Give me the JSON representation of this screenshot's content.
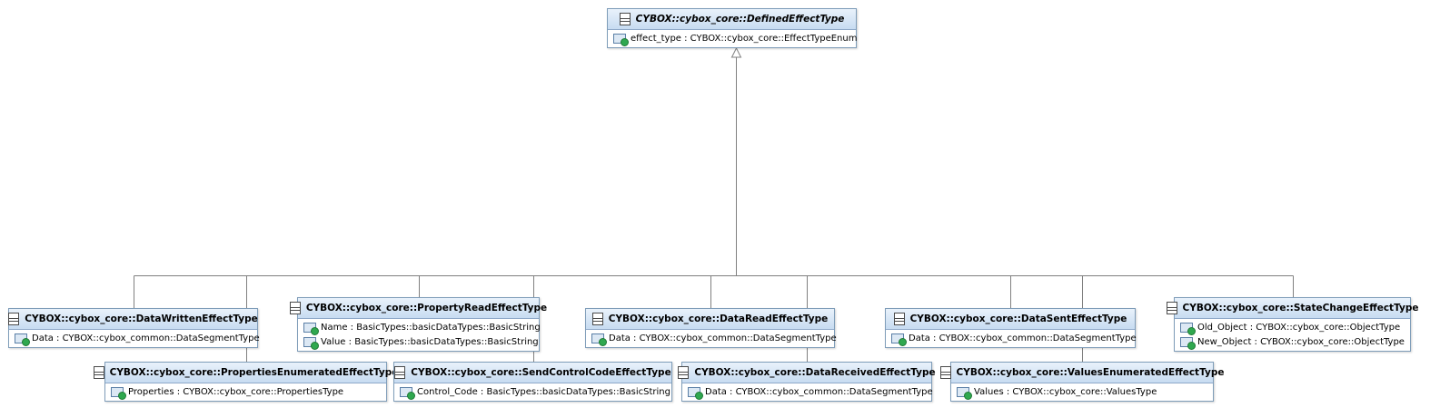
{
  "parent": {
    "name": "CYBOX::cybox_core::DefinedEffectType",
    "abstract": true,
    "attributes": [
      "effect_type : CYBOX::cybox_core::EffectTypeEnum"
    ]
  },
  "children": [
    {
      "name": "CYBOX::cybox_core::DataWrittenEffectType",
      "attributes": [
        "Data : CYBOX::cybox_common::DataSegmentType"
      ]
    },
    {
      "name": "CYBOX::cybox_core::PropertiesEnumeratedEffectType",
      "attributes": [
        "Properties : CYBOX::cybox_core::PropertiesType"
      ]
    },
    {
      "name": "CYBOX::cybox_core::PropertyReadEffectType",
      "attributes": [
        "Name : BasicTypes::basicDataTypes::BasicString",
        "Value : BasicTypes::basicDataTypes::BasicString"
      ]
    },
    {
      "name": "CYBOX::cybox_core::SendControlCodeEffectType",
      "attributes": [
        "Control_Code : BasicTypes::basicDataTypes::BasicString"
      ]
    },
    {
      "name": "CYBOX::cybox_core::DataReadEffectType",
      "attributes": [
        "Data : CYBOX::cybox_common::DataSegmentType"
      ]
    },
    {
      "name": "CYBOX::cybox_core::DataReceivedEffectType",
      "attributes": [
        "Data : CYBOX::cybox_common::DataSegmentType"
      ]
    },
    {
      "name": "CYBOX::cybox_core::DataSentEffectType",
      "attributes": [
        "Data : CYBOX::cybox_common::DataSegmentType"
      ]
    },
    {
      "name": "CYBOX::cybox_core::ValuesEnumeratedEffectType",
      "attributes": [
        "Values : CYBOX::cybox_core::ValuesType"
      ]
    },
    {
      "name": "CYBOX::cybox_core::StateChangeEffectType",
      "attributes": [
        "Old_Object : CYBOX::cybox_core::ObjectType",
        "New_Object : CYBOX::cybox_core::ObjectType"
      ]
    }
  ],
  "colors": {
    "header_top": "#e9f2fb",
    "header_bottom": "#c7dcf1",
    "border": "#7f9db9",
    "connector": "#808080"
  }
}
